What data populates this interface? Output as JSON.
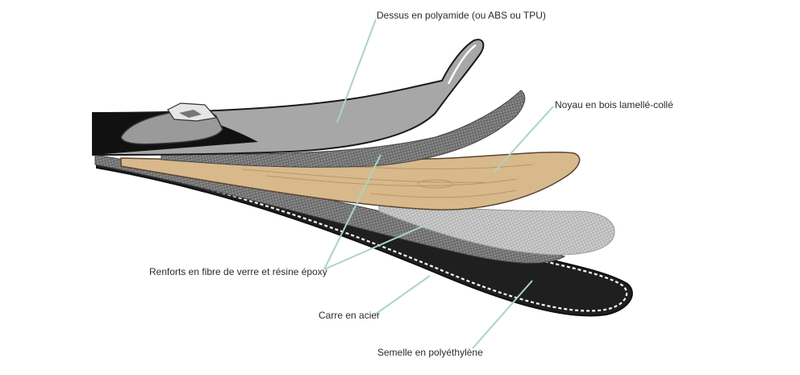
{
  "diagram": {
    "labels": {
      "top_sheet": "Dessus en polyamide (ou ABS ou TPU)",
      "core": "Noyau en bois lamellé-collé",
      "fiber": "Renforts en fibre de verre et résine époxy",
      "steel_edge": "Carre en acier",
      "base": "Semelle en polyéthylène"
    },
    "colors": {
      "leader_line": "#a9d6c2",
      "wood": "#d8b98c",
      "wood_grain": "#b8956a",
      "top_sheet": "#a7a7a7",
      "base": "#1f1f1f",
      "edge": "#ffffff",
      "outline": "#1a1a1a",
      "mesh_dark": "#7a7a7a",
      "mesh_light": "#c4c4c4"
    },
    "icons": [
      "ski-binding-icon"
    ]
  }
}
